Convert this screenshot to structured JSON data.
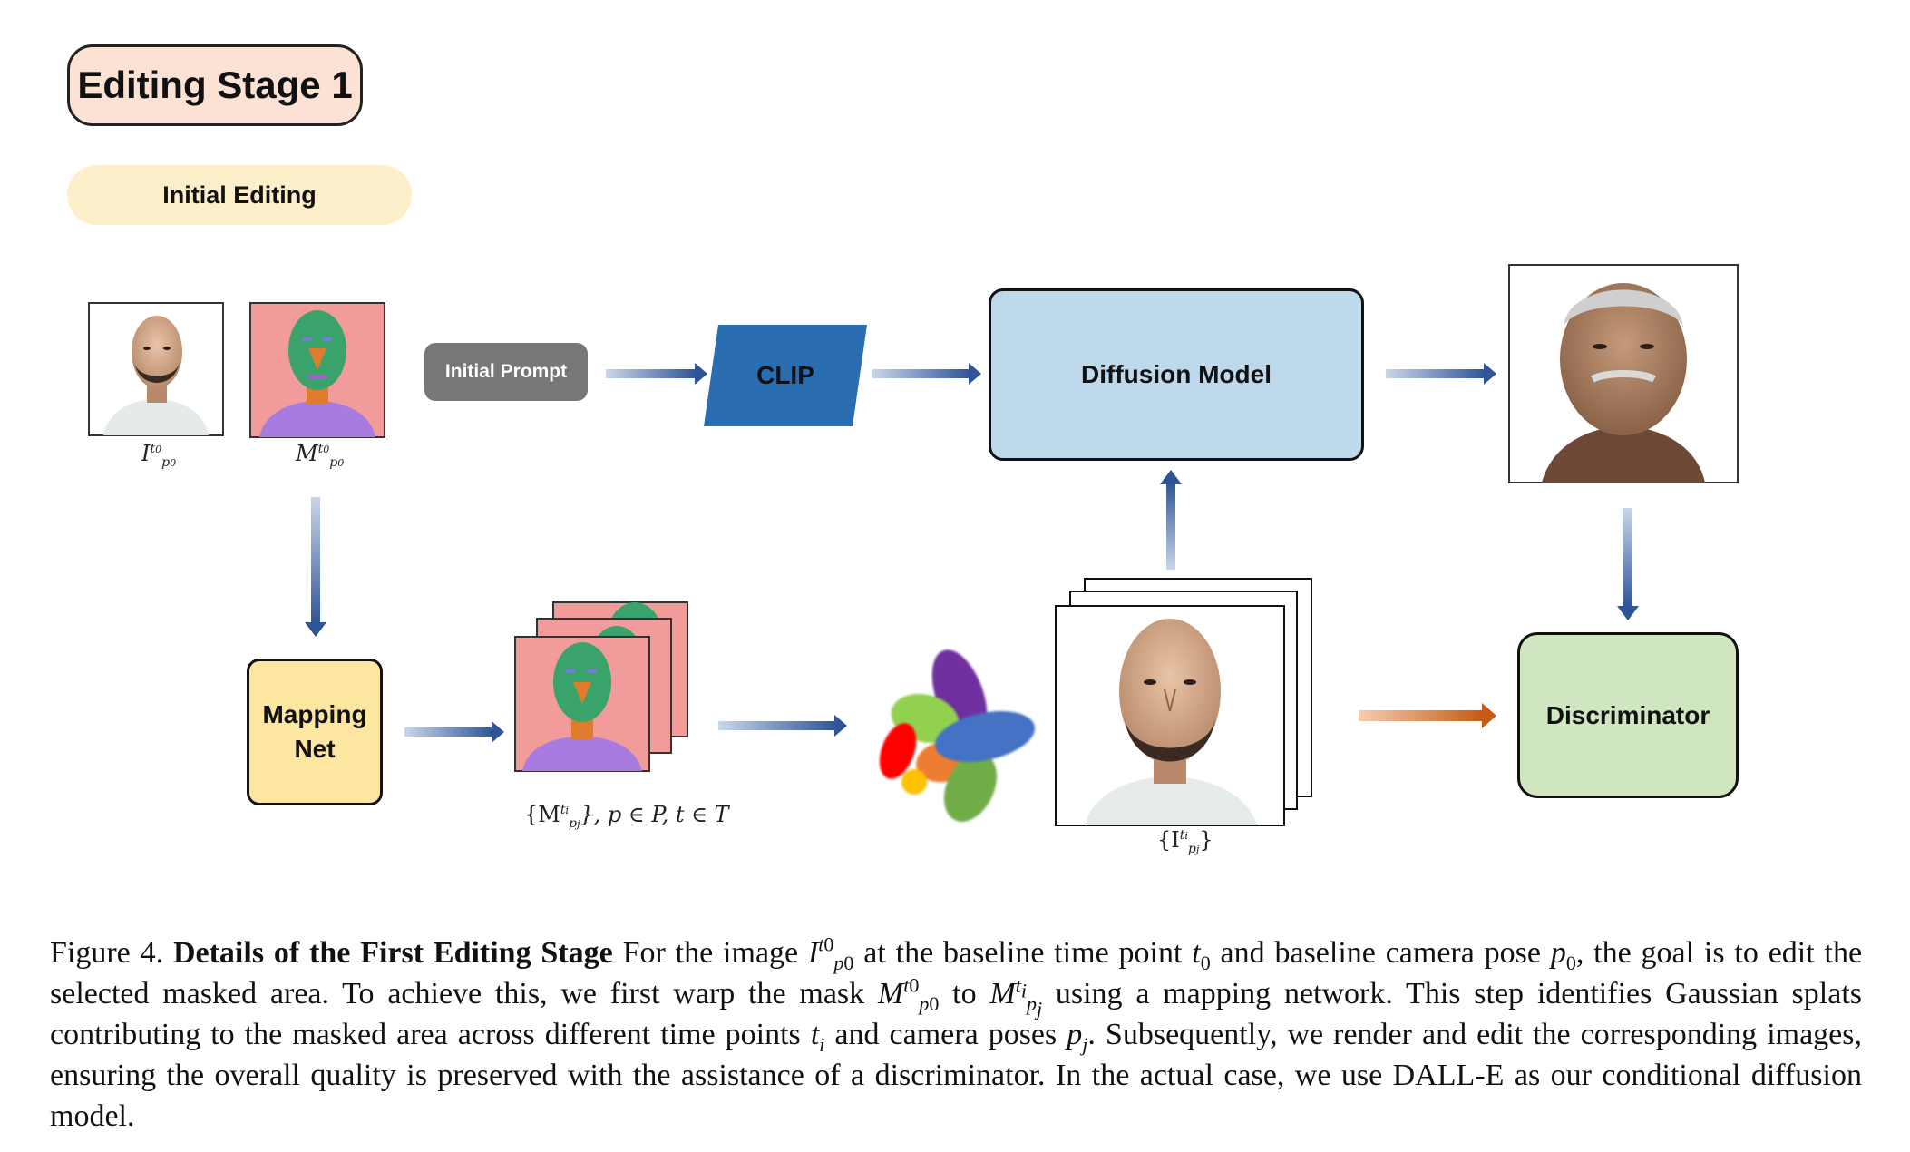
{
  "stage": {
    "title": "Editing Stage 1",
    "subtitle": "Initial Editing"
  },
  "nodes": {
    "initial_prompt": "Initial Prompt",
    "clip": "CLIP",
    "diffusion_model": "Diffusion Model",
    "mapping_net_line1": "Mapping",
    "mapping_net_line2": "Net",
    "discriminator": "Discriminator"
  },
  "math_labels": {
    "input_image": {
      "base": "I",
      "sup": "t",
      "supsub": "0",
      "sub": "p",
      "subsub": "0"
    },
    "input_mask": {
      "base": "M",
      "sup": "t",
      "supsub": "0",
      "sub": "p",
      "subsub": "0"
    },
    "warped_masks": {
      "prefix": "{M",
      "sup": "t",
      "supsub": "i",
      "sub": "p",
      "subsub": "j",
      "suffix": "}, p ∈ P, t ∈ T"
    },
    "rendered_images": {
      "prefix": "{I",
      "sup": "t",
      "supsub": "i",
      "sub": "p",
      "subsub": "j",
      "suffix": "}"
    }
  },
  "colors": {
    "panel_bg": "#dcdcdc",
    "title_bg": "#fbe2d4",
    "subtitle_bg": "#fdefc9",
    "prompt_bg": "#777777",
    "clip_fill": "#2a6db0",
    "diffusion_bg": "#bed8ec",
    "mapping_bg": "#fde6a0",
    "discriminator_bg": "#cfe6c1",
    "arrow_blue": "#2f5597",
    "arrow_orange": "#c55a11",
    "mask_background": "#f29b9b",
    "mask_face": "#3aa36b",
    "mask_cloth": "#a77be0"
  },
  "caption": {
    "figure_label": "Figure 4.",
    "bold_title": "Details of the First Editing Stage",
    "text1": "For the image",
    "text2": "at the baseline time point",
    "text3": "and baseline camera pose",
    "text4": ", the goal is to edit the selected masked area. To achieve this, we first warp the mask",
    "text5": "to",
    "text6": "using a mapping network. This step identifies Gaussian splats contributing to the masked area across different time points",
    "text7": "and camera poses",
    "text8": ". Subsequently, we render and edit the corresponding images, ensuring the overall quality is preserved with the assistance of a discriminator. In the actual case, we use DALL-E as our conditional diffusion model."
  },
  "icons": [
    "person-photo-icon",
    "segmentation-mask-icon",
    "gaussian-splats-icon",
    "aged-person-photo-icon"
  ]
}
